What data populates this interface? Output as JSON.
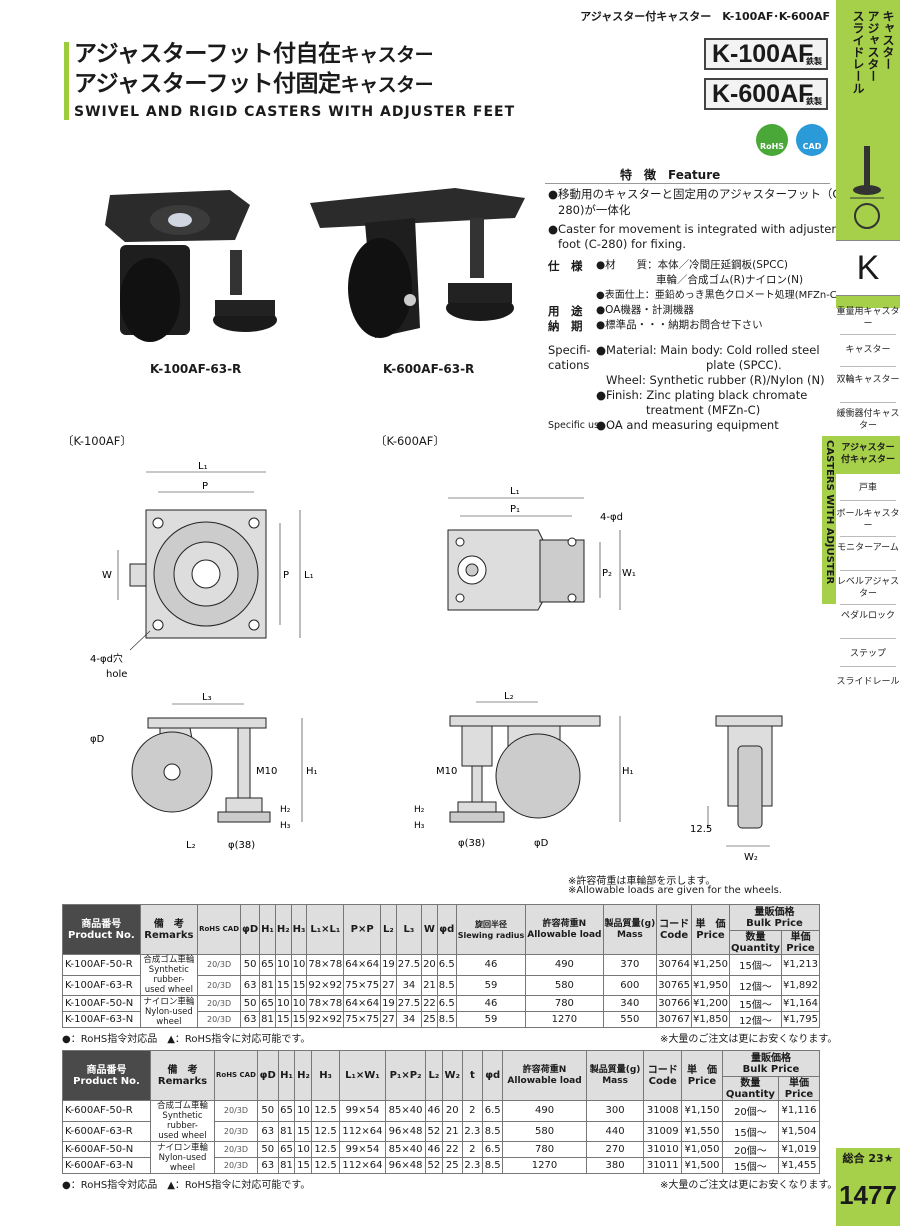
{
  "header": {
    "breadcrumb": "アジャスター付キャスター　K-100AF･K-600AF"
  },
  "title": {
    "line1_a": "アジャスターフット付自在",
    "line1_b": "キャスター",
    "line2_a": "アジャスターフット付固定",
    "line2_b": "キャスター",
    "english": "SWIVEL AND RIGID CASTERS WITH ADJUSTER FEET"
  },
  "models": [
    {
      "code": "K-100AF",
      "material": "鉄製"
    },
    {
      "code": "K-600AF",
      "material": "鉄製"
    }
  ],
  "badges": {
    "rohs": "RoHS",
    "cad": "CAD"
  },
  "products": [
    {
      "caption": "K-100AF-63-R"
    },
    {
      "caption": "K-600AF-63-R"
    }
  ],
  "features": {
    "title": "特　徴　Feature",
    "items": [
      "移動用のキャスターと固定用のアジャスターフット（C-",
      "280)が一体化",
      "Caster for movement is integrated with adjuster",
      "foot (C-280) for fixing."
    ]
  },
  "spec_jp": {
    "shiyo": "仕　様",
    "zaishitsu_label": "材　　質：",
    "zaishitsu_1": "本体／冷間圧延鋼板(SPCC)",
    "zaishitsu_2": "車輪／合成ゴム(R)ナイロン(N)",
    "surface": "表面仕上：亜鉛めっき黒色クロメート処理(MFZn-C)",
    "yoto_label": "用　途",
    "yoto": "OA機器・計測機器",
    "noki_label": "納　期",
    "noki": "標準品・・・納期お問合せ下さい"
  },
  "spec_en": {
    "label1": "Specifi-",
    "label2": "cations",
    "mat_1": "Material: Main body: Cold rolled steel",
    "mat_2": "plate (SPCC).",
    "mat_3": "Wheel: Synthetic rubber (R)/Nylon (N)",
    "fin_1": "Finish: Zinc plating black chromate",
    "fin_2": "treatment (MFZn-C)",
    "use_label": "Specific use",
    "use": "OA and measuring equipment"
  },
  "drawings": {
    "left_label": "〔K-100AF〕",
    "right_label": "〔K-600AF〕",
    "dims": {
      "L1": "L₁",
      "P": "P",
      "W": "W",
      "hole_jp": "4-φd穴",
      "hole_en": "hole",
      "L3": "L₃",
      "phiD": "φD",
      "M10": "M10",
      "H1": "H₁",
      "H2": "H₂",
      "H3": "H₃",
      "L2": "L₂",
      "phi38": "φ(38)",
      "P1": "P₁",
      "P2": "P₂",
      "W1": "W₁",
      "four_phid": "4-φd",
      "dim125": "12.5",
      "W2": "W₂"
    }
  },
  "load_note": {
    "jp": "※許容荷重は車輪部を示します。",
    "en": "※Allowable loads are given for the wheels."
  },
  "table1": {
    "headers": {
      "product_jp": "商品番号",
      "product_en": "Product No.",
      "remarks_jp": "備　考",
      "remarks_en": "Remarks",
      "rohs": "RoHS",
      "cad": "CAD",
      "D": "φD",
      "H1": "H₁",
      "H2": "H₂",
      "H3": "H₃",
      "L1L1": "L₁×L₁",
      "PxP": "P×P",
      "L2": "L₂",
      "L3": "L₃",
      "W": "W",
      "d": "φd",
      "sr_jp": "旋回半径",
      "sr_en": "Slewing radius",
      "load_jp": "許容荷重N",
      "load_en": "Allowable load",
      "mass_jp": "製品質量(g)",
      "mass_en": "Mass",
      "code_jp": "コード",
      "code_en": "Code",
      "price_jp": "単　価",
      "price_en": "Price",
      "bulk_jp": "量販価格",
      "bulk_en": "Bulk Price",
      "qty_jp": "数量",
      "qty_en": "Quantity",
      "up_jp": "単価",
      "up_en": "Price"
    },
    "remark_rubber": [
      "合成ゴム車輪",
      "Synthetic",
      "rubber-",
      "used wheel"
    ],
    "remark_nylon": [
      "ナイロン車輪",
      "Nylon-used",
      "wheel"
    ],
    "rows": [
      [
        "K-100AF-50-R",
        "20/3D",
        "50",
        "65",
        "10",
        "10",
        "78×78",
        "64×64",
        "19",
        "27.5",
        "20",
        "6.5",
        "46",
        "490",
        "370",
        "30764",
        "¥1,250",
        "15個～",
        "¥1,213"
      ],
      [
        "K-100AF-63-R",
        "20/3D",
        "63",
        "81",
        "15",
        "15",
        "92×92",
        "75×75",
        "27",
        "34",
        "21",
        "8.5",
        "59",
        "580",
        "600",
        "30765",
        "¥1,950",
        "12個～",
        "¥1,892"
      ],
      [
        "K-100AF-50-N",
        "20/3D",
        "50",
        "65",
        "10",
        "10",
        "78×78",
        "64×64",
        "19",
        "27.5",
        "22",
        "6.5",
        "46",
        "780",
        "340",
        "30766",
        "¥1,200",
        "15個～",
        "¥1,164"
      ],
      [
        "K-100AF-63-N",
        "20/3D",
        "63",
        "81",
        "15",
        "15",
        "92×92",
        "75×75",
        "27",
        "34",
        "25",
        "8.5",
        "59",
        "1270",
        "550",
        "30767",
        "¥1,850",
        "12個～",
        "¥1,795"
      ]
    ]
  },
  "table2": {
    "headers": {
      "L1W1": "L₁×W₁",
      "P1P2": "P₁×P₂",
      "L2": "L₂",
      "W2": "W₂",
      "t": "t"
    },
    "rows": [
      [
        "K-600AF-50-R",
        "20/3D",
        "50",
        "65",
        "10",
        "12.5",
        "99×54",
        "85×40",
        "46",
        "20",
        "2",
        "6.5",
        "490",
        "300",
        "31008",
        "¥1,150",
        "20個～",
        "¥1,116"
      ],
      [
        "K-600AF-63-R",
        "20/3D",
        "63",
        "81",
        "15",
        "12.5",
        "112×64",
        "96×48",
        "52",
        "21",
        "2.3",
        "8.5",
        "580",
        "440",
        "31009",
        "¥1,550",
        "15個～",
        "¥1,504"
      ],
      [
        "K-600AF-50-N",
        "20/3D",
        "50",
        "65",
        "10",
        "12.5",
        "99×54",
        "85×40",
        "46",
        "22",
        "2",
        "6.5",
        "780",
        "270",
        "31010",
        "¥1,050",
        "20個～",
        "¥1,019"
      ],
      [
        "K-600AF-63-N",
        "20/3D",
        "63",
        "81",
        "15",
        "12.5",
        "112×64",
        "96×48",
        "52",
        "25",
        "2.3",
        "8.5",
        "1270",
        "380",
        "31011",
        "¥1,500",
        "15個～",
        "¥1,455"
      ]
    ]
  },
  "table_notes": {
    "left": "●：RoHS指令対応品　▲：RoHS指令に対応可能です。",
    "right": "※大量のご注文は更にお安くなります。"
  },
  "side": {
    "tab_lines": [
      "キャスター",
      "アジャスター",
      "スライドレール"
    ],
    "letter": "K",
    "vertical": "CASTERS WITH ADJUSTER",
    "items": [
      "重量用キャスター",
      "キャスター",
      "双輪キャスター",
      "緩衝器付キャスター",
      "アジャスター付キャスター",
      "戸車",
      "ボールキャスター",
      "モニターアーム",
      "レベルアジャスター",
      "ペダルロック",
      "ステップ",
      "スライドレール"
    ]
  },
  "page": {
    "sogo": "総合 23★",
    "number": "1477"
  }
}
